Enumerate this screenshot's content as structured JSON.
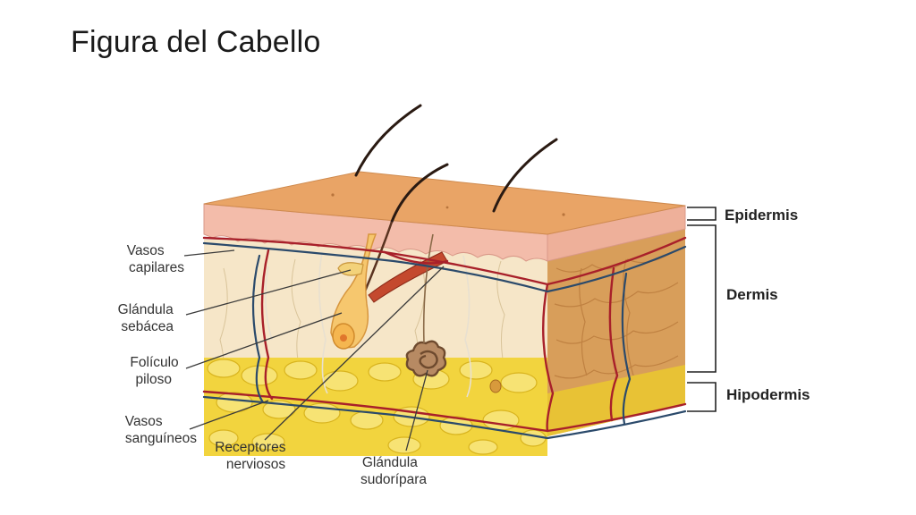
{
  "slide": {
    "title": "Figura del Cabello"
  },
  "diagram": {
    "labels": {
      "vasos_capilares": [
        "Vasos",
        "capilares"
      ],
      "glandula_sebacea": [
        "Glándula",
        "sebácea"
      ],
      "foliculo_piloso": [
        "Folículo",
        "piloso"
      ],
      "vasos_sanguineos": [
        "Vasos",
        "sanguíneos"
      ],
      "receptores_nerviosos": [
        "Receptores",
        "nerviosos"
      ],
      "glandula_sudoripara": [
        "Glándula",
        "sudorípara"
      ]
    },
    "layers": {
      "epidermis": "Epidermis",
      "dermis": "Dermis",
      "hipodermis": "Hipodermis"
    },
    "colors": {
      "skin_top": "#e9a466",
      "epidermis": "#f2b9a6",
      "dermis": "#f5e4c4",
      "dermis_side": "#d79c58",
      "fat": "#f1d33a",
      "artery": "#a8202a",
      "vein": "#2b4a6b",
      "hair": "#2a1a12"
    }
  }
}
